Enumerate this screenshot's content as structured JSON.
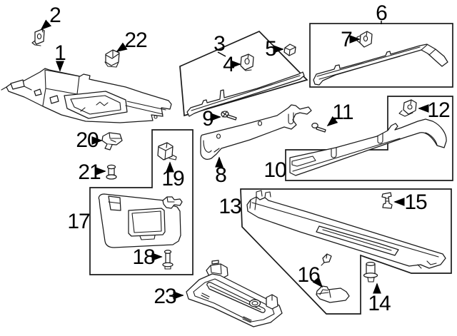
{
  "figure": {
    "background": "#ffffff",
    "line_color": "#1a1a1a"
  },
  "callouts": [
    {
      "num": "1"
    },
    {
      "num": "2"
    },
    {
      "num": "3"
    },
    {
      "num": "4"
    },
    {
      "num": "5"
    },
    {
      "num": "6"
    },
    {
      "num": "7"
    },
    {
      "num": "8"
    },
    {
      "num": "9"
    },
    {
      "num": "10"
    },
    {
      "num": "11"
    },
    {
      "num": "12"
    },
    {
      "num": "13"
    },
    {
      "num": "14"
    },
    {
      "num": "15"
    },
    {
      "num": "16"
    },
    {
      "num": "17"
    },
    {
      "num": "18"
    },
    {
      "num": "19"
    },
    {
      "num": "20"
    },
    {
      "num": "21"
    },
    {
      "num": "22"
    },
    {
      "num": "23"
    }
  ]
}
